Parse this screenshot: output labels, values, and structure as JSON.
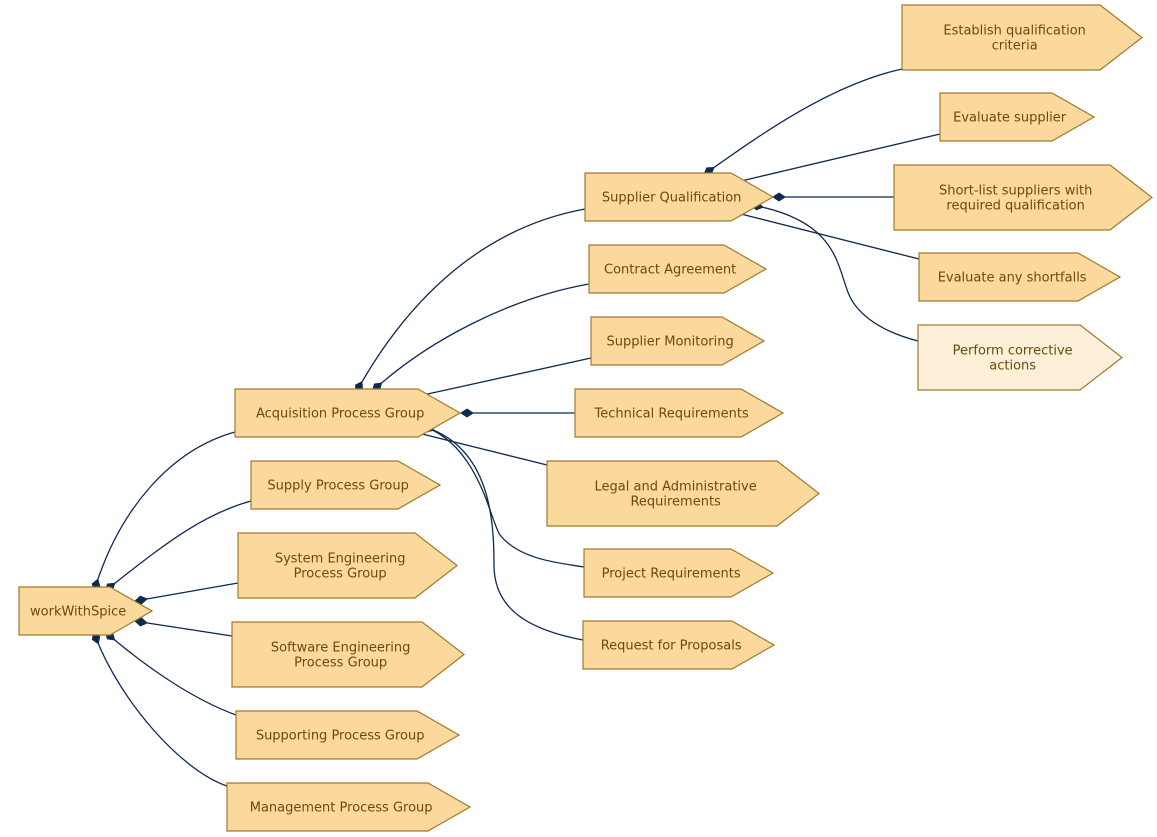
{
  "colors": {
    "node_fill": "#fbd99d",
    "node_fill_light": "#fdefd8",
    "node_stroke": "#a07a2c",
    "label": "#6b4a0f",
    "edge": "#0f2a50"
  },
  "nodes": [
    {
      "id": "workWithSpice",
      "lines": [
        "workWithSpice"
      ]
    },
    {
      "id": "acquisition",
      "lines": [
        "Acquisition Process Group"
      ]
    },
    {
      "id": "supply",
      "lines": [
        "Supply Process Group"
      ]
    },
    {
      "id": "syseng",
      "lines": [
        "System Engineering",
        "Process Group"
      ]
    },
    {
      "id": "sweng",
      "lines": [
        "Software Engineering",
        "Process Group"
      ]
    },
    {
      "id": "supporting",
      "lines": [
        "Supporting Process Group"
      ]
    },
    {
      "id": "management",
      "lines": [
        "Management Process Group"
      ]
    },
    {
      "id": "supqual",
      "lines": [
        "Supplier Qualification"
      ]
    },
    {
      "id": "contract",
      "lines": [
        "Contract Agreement"
      ]
    },
    {
      "id": "supmon",
      "lines": [
        "Supplier Monitoring"
      ]
    },
    {
      "id": "techreq",
      "lines": [
        "Technical Requirements"
      ]
    },
    {
      "id": "legal",
      "lines": [
        "Legal and Administrative",
        "Requirements"
      ]
    },
    {
      "id": "projreq",
      "lines": [
        "Project Requirements"
      ]
    },
    {
      "id": "rfp",
      "lines": [
        "Request for Proposals"
      ]
    },
    {
      "id": "establish",
      "lines": [
        "Establish qualification",
        "criteria"
      ]
    },
    {
      "id": "evalsup",
      "lines": [
        "Evaluate supplier"
      ]
    },
    {
      "id": "shortlist",
      "lines": [
        "Short-list suppliers with",
        "required qualification"
      ]
    },
    {
      "id": "shortfalls",
      "lines": [
        "Evaluate any shortfalls"
      ]
    },
    {
      "id": "corrective",
      "lines": [
        "Perform corrective",
        "actions"
      ],
      "light": true
    }
  ],
  "edges": [
    {
      "from": "workWithSpice",
      "to": "acquisition"
    },
    {
      "from": "workWithSpice",
      "to": "supply"
    },
    {
      "from": "workWithSpice",
      "to": "syseng"
    },
    {
      "from": "workWithSpice",
      "to": "sweng"
    },
    {
      "from": "workWithSpice",
      "to": "supporting"
    },
    {
      "from": "workWithSpice",
      "to": "management"
    },
    {
      "from": "acquisition",
      "to": "supqual"
    },
    {
      "from": "acquisition",
      "to": "contract"
    },
    {
      "from": "acquisition",
      "to": "supmon"
    },
    {
      "from": "acquisition",
      "to": "techreq"
    },
    {
      "from": "acquisition",
      "to": "legal"
    },
    {
      "from": "acquisition",
      "to": "projreq"
    },
    {
      "from": "acquisition",
      "to": "rfp"
    },
    {
      "from": "supqual",
      "to": "establish"
    },
    {
      "from": "supqual",
      "to": "evalsup"
    },
    {
      "from": "supqual",
      "to": "shortlist"
    },
    {
      "from": "supqual",
      "to": "shortfalls"
    },
    {
      "from": "supqual",
      "to": "corrective"
    }
  ]
}
